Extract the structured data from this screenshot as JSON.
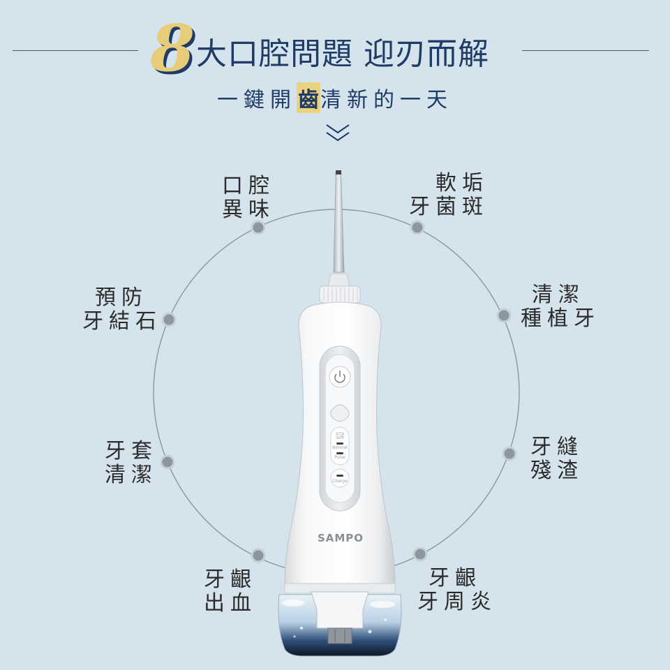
{
  "header": {
    "number": "8",
    "title": "大口腔問題 迎刃而解",
    "subtitle_before": "一鍵開",
    "subtitle_highlight": "齒",
    "subtitle_after": "清新的一天"
  },
  "issues": [
    {
      "line1": "口腔",
      "line2": "異味"
    },
    {
      "line1": "軟垢",
      "line2": "牙菌斑"
    },
    {
      "line1": "預防",
      "line2": "牙結石"
    },
    {
      "line1": "清潔",
      "line2": "種植牙"
    },
    {
      "line1": "牙套",
      "line2": "清潔"
    },
    {
      "line1": "牙縫",
      "line2": "殘渣"
    },
    {
      "line1": "牙齦",
      "line2": "出血"
    },
    {
      "line1": "牙齦",
      "line2": "牙周炎"
    }
  ],
  "device": {
    "brand": "SAMPO",
    "modes": [
      "Soft",
      "Normal",
      "Pulse"
    ],
    "charge_label": "Charge",
    "icons": [
      "power-icon",
      "mode-button-icon"
    ]
  },
  "colors": {
    "background": "#d4e3ec",
    "title": "#1f3b66",
    "accent_gold": "#e7cc79",
    "marker": "#8d969c"
  }
}
